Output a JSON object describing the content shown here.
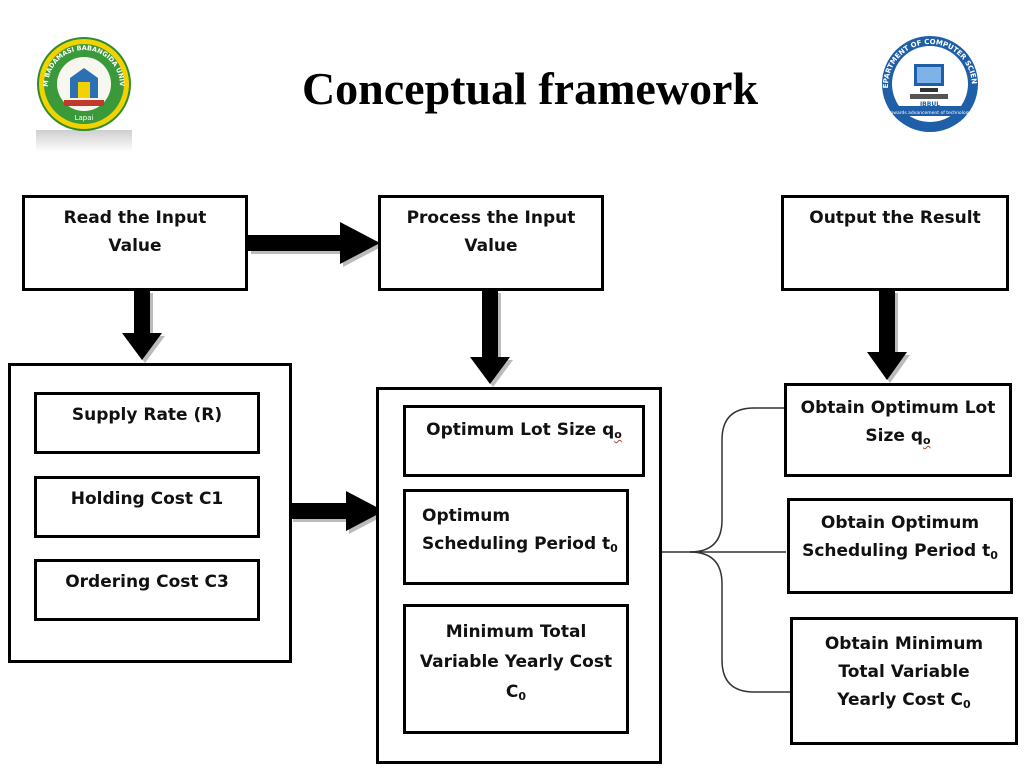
{
  "title": "Conceptual framework",
  "logos": {
    "left_top": "IBRAHIM BADAMASI BABANGIDA UNIVERSITY",
    "left_bottom": "Lapai",
    "right_top": "DEPARTMENT OF COMPUTER SCIENCE",
    "right_mid": "IBBUL",
    "right_ribbon": "towards advancement of technology"
  },
  "steps": {
    "read": [
      "Read the Input",
      "Value"
    ],
    "process": [
      "Process the Input",
      "Value"
    ],
    "output": "Output the Result"
  },
  "inputs": {
    "supply": "Supply Rate (R)",
    "holding": "Holding Cost C1",
    "ordering": "Ordering Cost C3"
  },
  "process_items": {
    "lot_size": {
      "text": "Optimum Lot Size q",
      "sub": "o"
    },
    "period": {
      "line1": "Optimum",
      "line2": "Scheduling Period t",
      "sub": "0"
    },
    "cost": {
      "line1": "Minimum Total",
      "line2": "Variable Yearly Cost",
      "line3": "C",
      "sub": "0"
    }
  },
  "outputs": {
    "lot_size": {
      "line1": "Obtain Optimum Lot",
      "line2": "Size q",
      "sub": "o"
    },
    "period": {
      "line1": "Obtain Optimum",
      "line2": "Scheduling Period t",
      "sub": "0"
    },
    "cost": {
      "line1": "Obtain Minimum",
      "line2": "Total Variable",
      "line3": "Yearly Cost C",
      "sub": "0"
    }
  }
}
